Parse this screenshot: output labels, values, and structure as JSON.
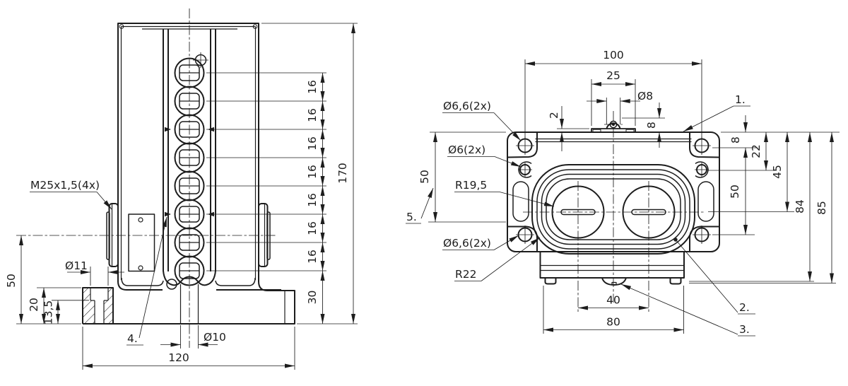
{
  "meta": {
    "background_color": "#ffffff",
    "line_color": "#1d1d1d",
    "drawing_type": "2-view technical drawing"
  },
  "front_view": {
    "thread_label": "M25x1,5(4x)",
    "item_4": "4.",
    "dim_dia11": "Ø11",
    "dim_dia10": "Ø10",
    "dim_120": "120",
    "dim_50": "50",
    "dim_20": "20",
    "dim_13_5": "13,5",
    "dim_16": "16",
    "dim_30": "30",
    "dim_170": "170"
  },
  "top_view": {
    "dim_100": "100",
    "dim_25": "25",
    "dim_dia8": "Ø8",
    "dim_2": "2",
    "dim_8_nub": "8",
    "label_dia66_top": "Ø6,6(2x)",
    "label_dia6": "Ø6(2x)",
    "label_r19_5": "R19,5",
    "label_dia66_bottom": "Ø6,6(2x)",
    "label_r22": "R22",
    "item_1": "1.",
    "item_2": "2.",
    "item_3": "3.",
    "item_5": "5.",
    "dim_8_edge": "8",
    "dim_22": "22",
    "dim_45": "45",
    "dim_50_right": "50",
    "dim_50_left": "50",
    "dim_84": "84",
    "dim_85": "85",
    "dim_40": "40",
    "dim_80": "80"
  }
}
